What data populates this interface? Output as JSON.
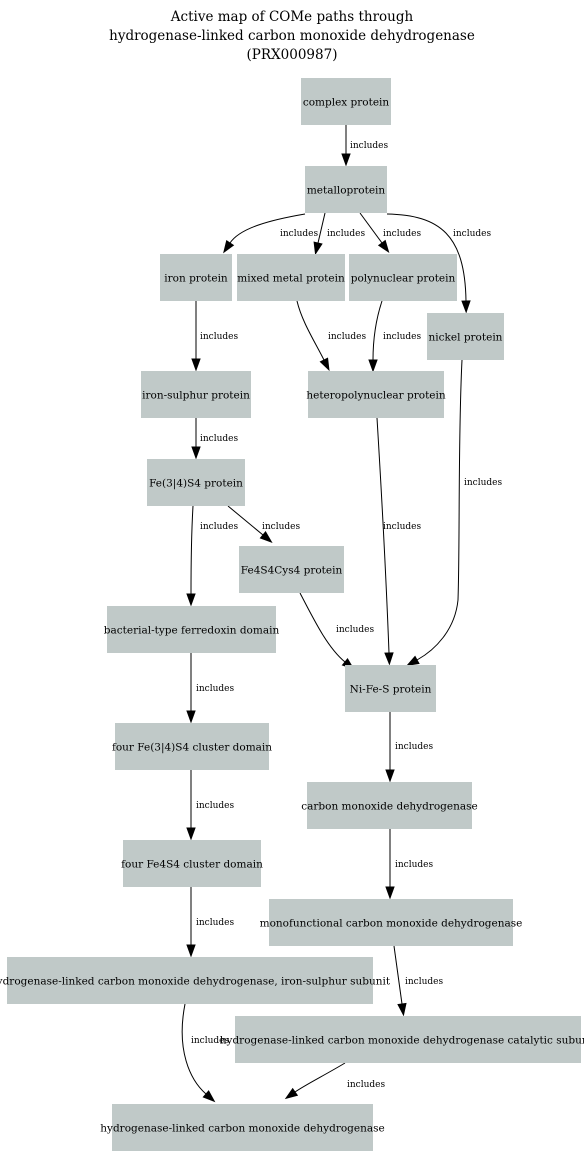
{
  "title": {
    "line1": "Active map of COMe paths through",
    "line2": "hydrogenase-linked carbon monoxide dehydrogenase",
    "line3": "(PRX000987)"
  },
  "node_fill": "#c0c9c8",
  "edge_label": "includes",
  "nodes": {
    "complex": "complex protein",
    "metallo": "metalloprotein",
    "iron": "iron protein",
    "mixed": "mixed metal protein",
    "polynuclear": "polynuclear protein",
    "nickel": "nickel protein",
    "ironsulphur": "iron-sulphur protein",
    "heteropoly": "heteropolynuclear protein",
    "fe34s4": "Fe(3|4)S4 protein",
    "fe4s4cys4": "Fe4S4Cys4 protein",
    "bactferr": "bacterial-type ferredoxin domain",
    "nifes": "Ni-Fe-S protein",
    "fourfe34": "four Fe(3|4)S4 cluster domain",
    "codh": "carbon monoxide dehydrogenase",
    "fourfe4s4": "four Fe4S4 cluster domain",
    "monocodh": "monofunctional carbon monoxide dehydrogenase",
    "hlcodh_fes": "hydrogenase-linked carbon monoxide dehydrogenase, iron-sulphur subunit",
    "hlcodh_cat": "hydrogenase-linked carbon monoxide dehydrogenase catalytic subunit",
    "hlcodh": "hydrogenase-linked carbon monoxide dehydrogenase"
  },
  "edges": [
    {
      "from": "complex",
      "to": "metallo",
      "label": "includes"
    },
    {
      "from": "metallo",
      "to": "iron",
      "label": "includes"
    },
    {
      "from": "metallo",
      "to": "mixed",
      "label": "includes"
    },
    {
      "from": "metallo",
      "to": "polynuclear",
      "label": "includes"
    },
    {
      "from": "metallo",
      "to": "nickel",
      "label": "includes"
    },
    {
      "from": "iron",
      "to": "ironsulphur",
      "label": "includes"
    },
    {
      "from": "mixed",
      "to": "heteropoly",
      "label": "includes"
    },
    {
      "from": "polynuclear",
      "to": "heteropoly",
      "label": "includes"
    },
    {
      "from": "ironsulphur",
      "to": "fe34s4",
      "label": "includes"
    },
    {
      "from": "fe34s4",
      "to": "bactferr",
      "label": "includes"
    },
    {
      "from": "fe34s4",
      "to": "fe4s4cys4",
      "label": "includes"
    },
    {
      "from": "heteropoly",
      "to": "nifes",
      "label": "includes"
    },
    {
      "from": "nickel",
      "to": "nifes",
      "label": "includes"
    },
    {
      "from": "fe4s4cys4",
      "to": "nifes",
      "label": "includes"
    },
    {
      "from": "bactferr",
      "to": "fourfe34",
      "label": "includes"
    },
    {
      "from": "nifes",
      "to": "codh",
      "label": "includes"
    },
    {
      "from": "fourfe34",
      "to": "fourfe4s4",
      "label": "includes"
    },
    {
      "from": "codh",
      "to": "monocodh",
      "label": "includes"
    },
    {
      "from": "fourfe4s4",
      "to": "hlcodh_fes",
      "label": "includes"
    },
    {
      "from": "monocodh",
      "to": "hlcodh_cat",
      "label": "includes"
    },
    {
      "from": "hlcodh_fes",
      "to": "hlcodh",
      "label": "includes"
    },
    {
      "from": "hlcodh_cat",
      "to": "hlcodh",
      "label": "includes"
    }
  ]
}
